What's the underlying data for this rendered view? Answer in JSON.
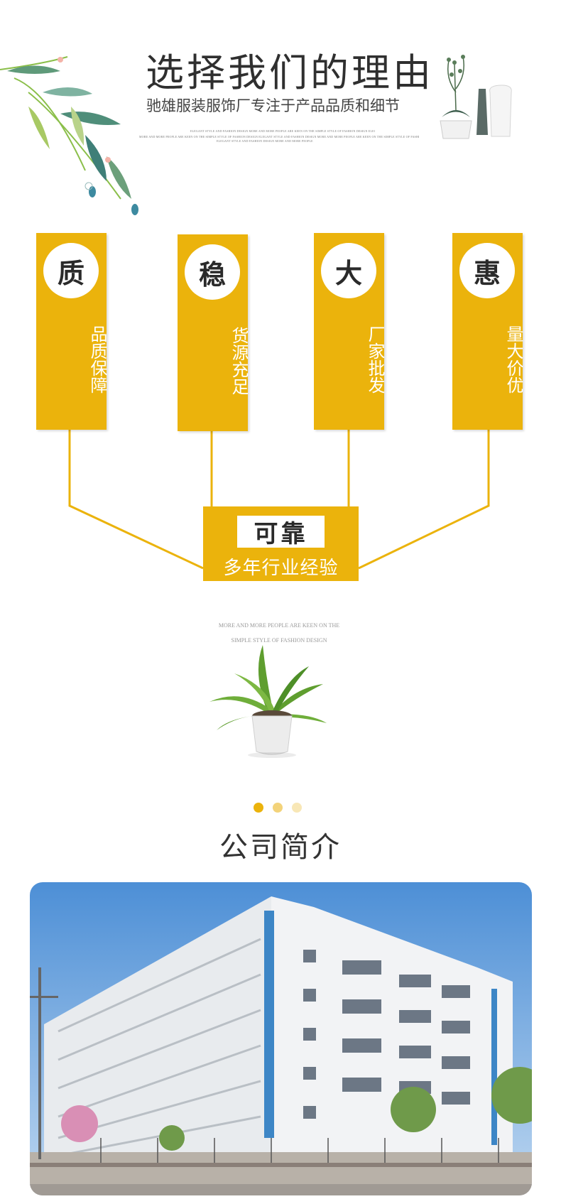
{
  "header": {
    "title": "选择我们的理由",
    "subtitle": "驰雄服装服饰厂专注于产品品质和细节",
    "tiny_line_1": "ELEGANT STYLE AND FASHION DESIGN MORE AND MORE PEOPLE ARE KEEN ON THE SIMPLE STYLE OF FASHION DESIGN ELEGANT STYLE AND FASHION DESIGN MORE AND MORE PEOPLE ARE KEEN ON THE SIMPLE STYLE OF FASHION DESIGN",
    "tiny_line_2": "MORE AND MORE PEOPLE ARE KEEN ON THE SIMPLE STYLE OF FASHION DESIGN ELEGANT STYLE AND FASHION DESIGN MORE AND MORE PEOPLE ARE KEEN ON THE SIMPLE STYLE OF FASHION DESIGN ELEGANT STYLE AND FASHION DESIGN",
    "tiny_line_3": "ELEGANT STYLE AND FASHION DESIGN MORE AND MORE PEOPLE"
  },
  "cards": [
    {
      "char": "质",
      "text": "品质保障"
    },
    {
      "char": "稳",
      "text": "货源充足"
    },
    {
      "char": "大",
      "text": "厂家批发"
    },
    {
      "char": "惠",
      "text": "量大价优"
    }
  ],
  "summary": {
    "tag": "可靠",
    "text": "多年行业经验"
  },
  "plant_caption": {
    "line1": "MORE AND MORE PEOPLE ARE KEEN ON THE",
    "line2": "SIMPLE STYLE OF FASHION DESIGN"
  },
  "dots": {
    "colors": [
      "#ebb30c",
      "#f3d37a",
      "#f8e7b6"
    ]
  },
  "section": {
    "title": "公司简介"
  },
  "colors": {
    "accent": "#ebb30c"
  }
}
